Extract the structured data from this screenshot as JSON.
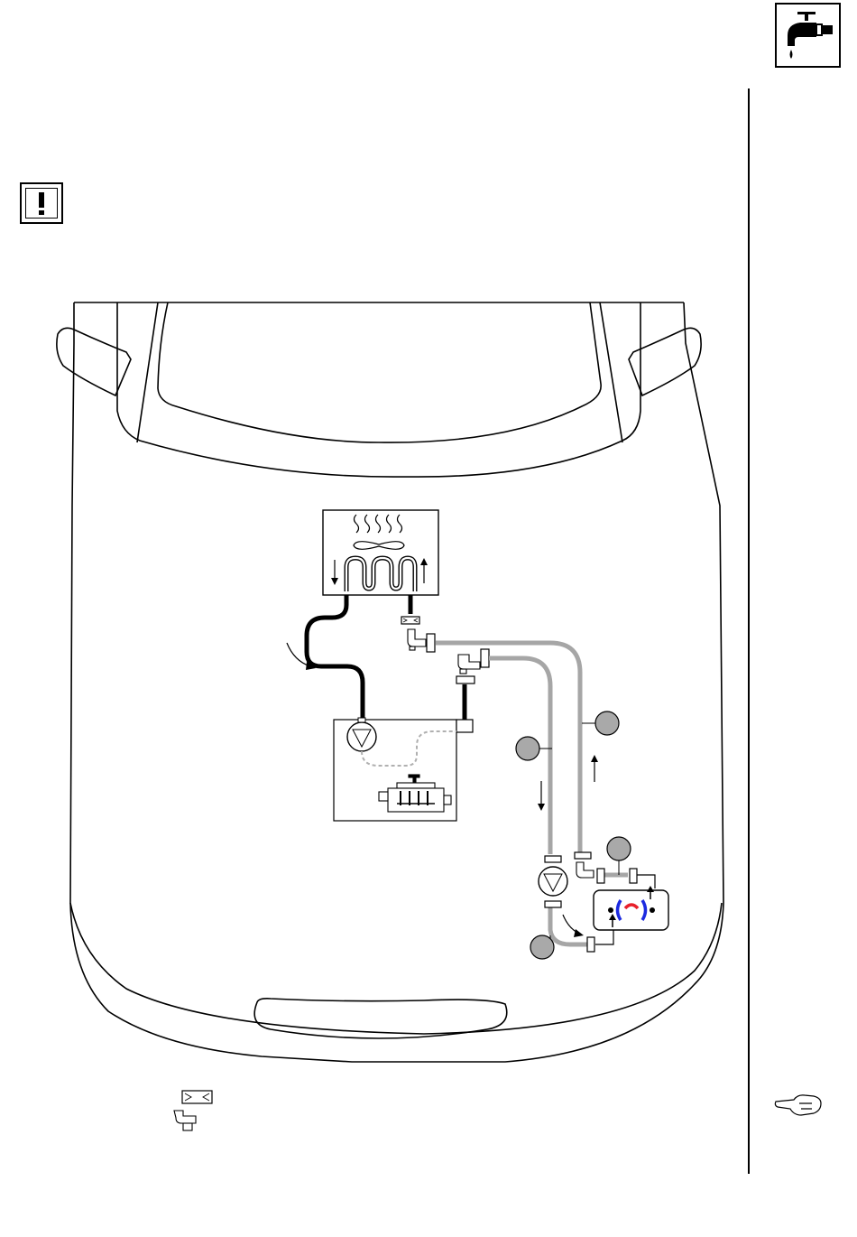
{
  "page": {
    "icons": {
      "header": "water-tap-icon",
      "warning": "exclamation-warning-icon",
      "reference": "pointing-hand-icon"
    }
  },
  "diagram": {
    "subject": "vehicle-heater-coolant-circuit",
    "components": [
      {
        "id": "heater-matrix",
        "icon": "heater-fan-icon"
      },
      {
        "id": "main-coolant-pump",
        "icon": "pump-icon"
      },
      {
        "id": "engine",
        "icon": "engine-icon"
      },
      {
        "id": "auxiliary-pump",
        "icon": "pump-icon"
      },
      {
        "id": "auxiliary-heater",
        "icon": "heater-unit-icon"
      }
    ],
    "callouts": [
      "",
      "",
      "",
      ""
    ],
    "legend": [
      {
        "icon": "hose-clamp-icon",
        "label": ""
      },
      {
        "icon": "elbow-connector-icon",
        "label": ""
      }
    ],
    "colors": {
      "coolant_hose": "#000000",
      "auxiliary_hose": "#a6a6a6",
      "return_hose_dashed": "#b0b0b0",
      "heater_flame_red": "#e8202a",
      "heater_flame_blue": "#1c2ae0",
      "callout_fill": "#a9a9a9"
    }
  }
}
